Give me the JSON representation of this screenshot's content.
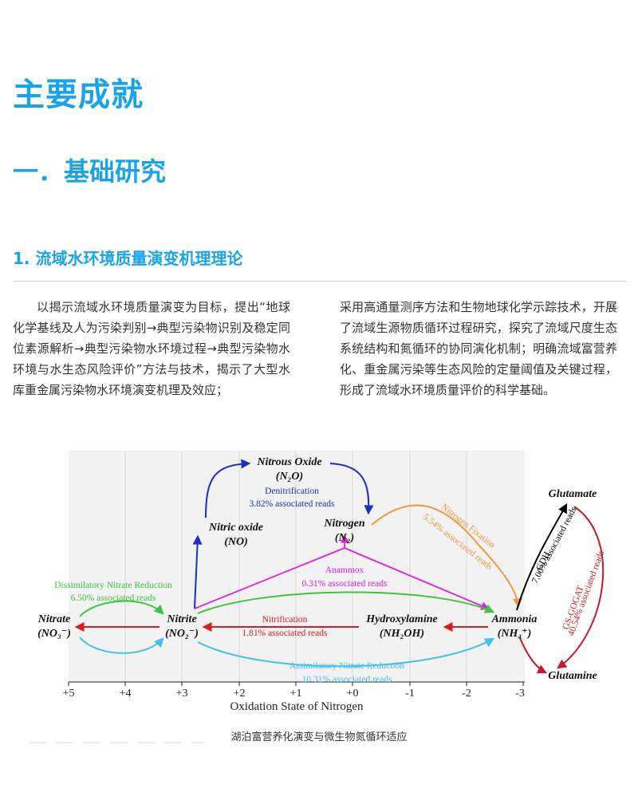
{
  "headings": {
    "h1": "主要成就",
    "h2": "一．基础研究",
    "h3": "1. 流域水环境质量演变机理理论"
  },
  "paragraphs": {
    "left": "以揭示流域水环境质量演变为目标，提出“地球化学基线及人为污染判别→典型污染物识别及稳定同位素源解析→典型污染物水环境过程→典型污染物水环境与水生态风险评价”方法与技术，揭示了大型水库重金属污染物水环境演变机理及效应；",
    "right": "采用高通量测序方法和生物地球化学示踪技术，开展了流域生源物质循环过程研究，探究了流域尺度生态系统结构和氮循环的协同演化机制；明确流域富营养化、重金属污染等生态风险的定量阈值及关键过程，形成了流域水环境质量评价的科学基础。"
  },
  "figure": {
    "caption": "湖泊富营养化演变与微生物氮循环适应",
    "xlabel": "Oxidation State of Nitrogen",
    "ticks": [
      "+5",
      "+4",
      "+3",
      "+2",
      "+1",
      "+0",
      "-1",
      "-2",
      "-3"
    ],
    "species": {
      "nitrous_oxide": "Nitrous Oxide",
      "nitrous_oxide_formula": "(N₂O)",
      "nitric_oxide": "Nitric oxide",
      "nitric_oxide_formula": "(NO)",
      "nitrogen": "Nitrogen",
      "nitrogen_formula": "(N₂)",
      "nitrate": "Nitrate",
      "nitrate_formula": "(NO₃⁻)",
      "nitrite": "Nitrite",
      "nitrite_formula": "(NO₂⁻)",
      "hydroxylamine": "Hydroxylamine",
      "hydroxylamine_formula": "(NH₂OH)",
      "ammonia": "Ammonia",
      "ammonia_formula": "(NH₄⁺)",
      "glutamate": "Glutamate",
      "glutamine": "Glutamine"
    },
    "processes": {
      "denitrification": "Denitrification",
      "denitrification_reads": "3.82% associated reads",
      "nitrogen_fixation": "Nitrogen Fixation",
      "nitrogen_fixation_reads": "5.54% associated reads",
      "anammox": "Anammox",
      "anammox_reads": "0.31% associated reads",
      "dnr": "Dissimilatory Nitrate Reduction",
      "dnr_reads": "6.50% associated reads",
      "nitrification": "Nitrification",
      "nitrification_reads": "1.81% associated reads",
      "anr": "Assimilatory Nitrate Reduction",
      "anr_reads": "10.31% associated reads",
      "gdh": "GDH",
      "gdh_reads": "7.00% associated reads",
      "gsgogat": "GS-GOGAT",
      "gsgogat_reads": "40.54% associated reads"
    },
    "colors": {
      "denitrification": "#1a2fc4",
      "nitrogen_fixation": "#f0963c",
      "anammox": "#e21ee0",
      "dnr": "#3cc63c",
      "nitrification": "#d91c1c",
      "anr": "#41c0ec",
      "gdh": "#000000",
      "gsgogat": "#c41c2a"
    }
  }
}
